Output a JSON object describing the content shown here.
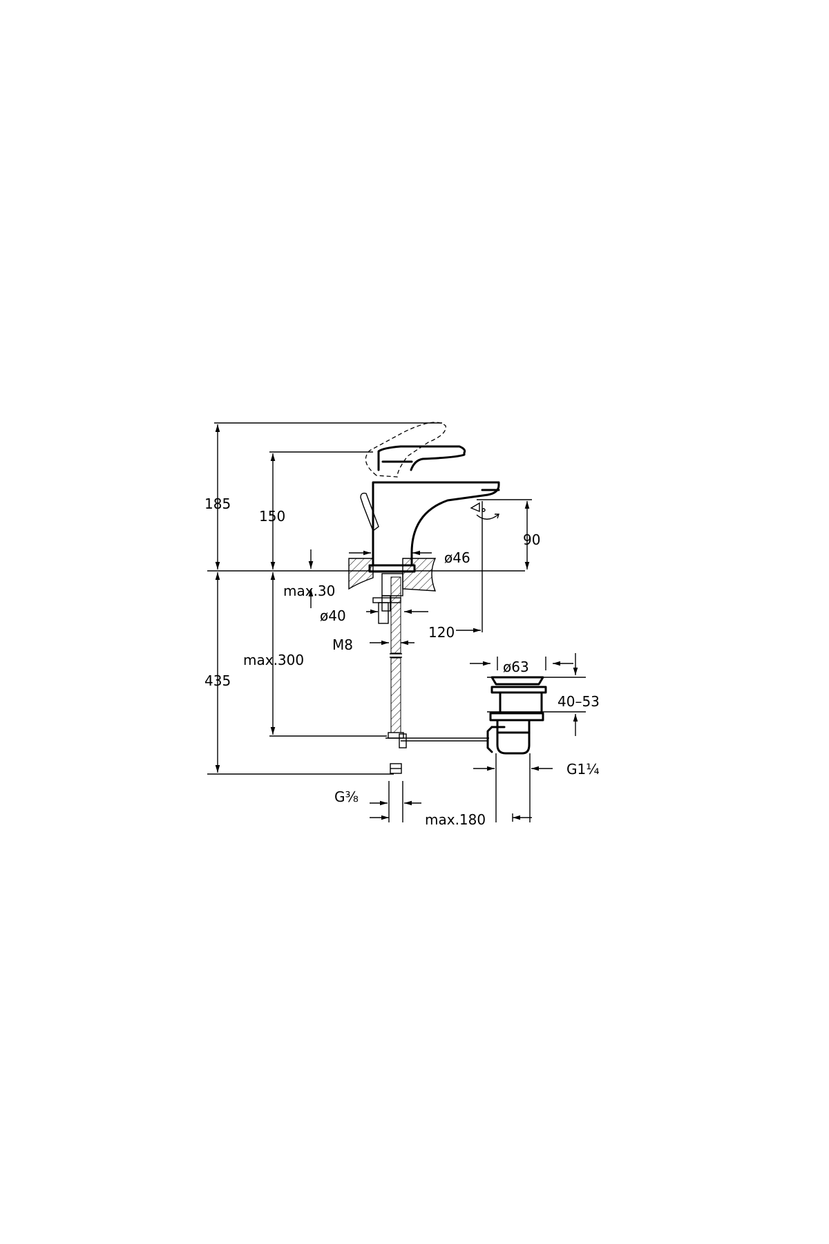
{
  "dimensions": {
    "overall_height_above": "185",
    "lever_height": "150",
    "spout_height": "90",
    "body_diameter": "ø46",
    "max_deck_thickness": "max.30",
    "hole_diameter": "ø40",
    "spout_reach": "120",
    "stud_thread": "M8",
    "max_hose_length": "max.300",
    "overall_height_below": "435",
    "waste_diameter": "ø63",
    "waste_thickness_range": "40–53",
    "waste_thread": "G1¼",
    "hose_thread": "G⅜",
    "max_rod_distance": "max.180"
  }
}
